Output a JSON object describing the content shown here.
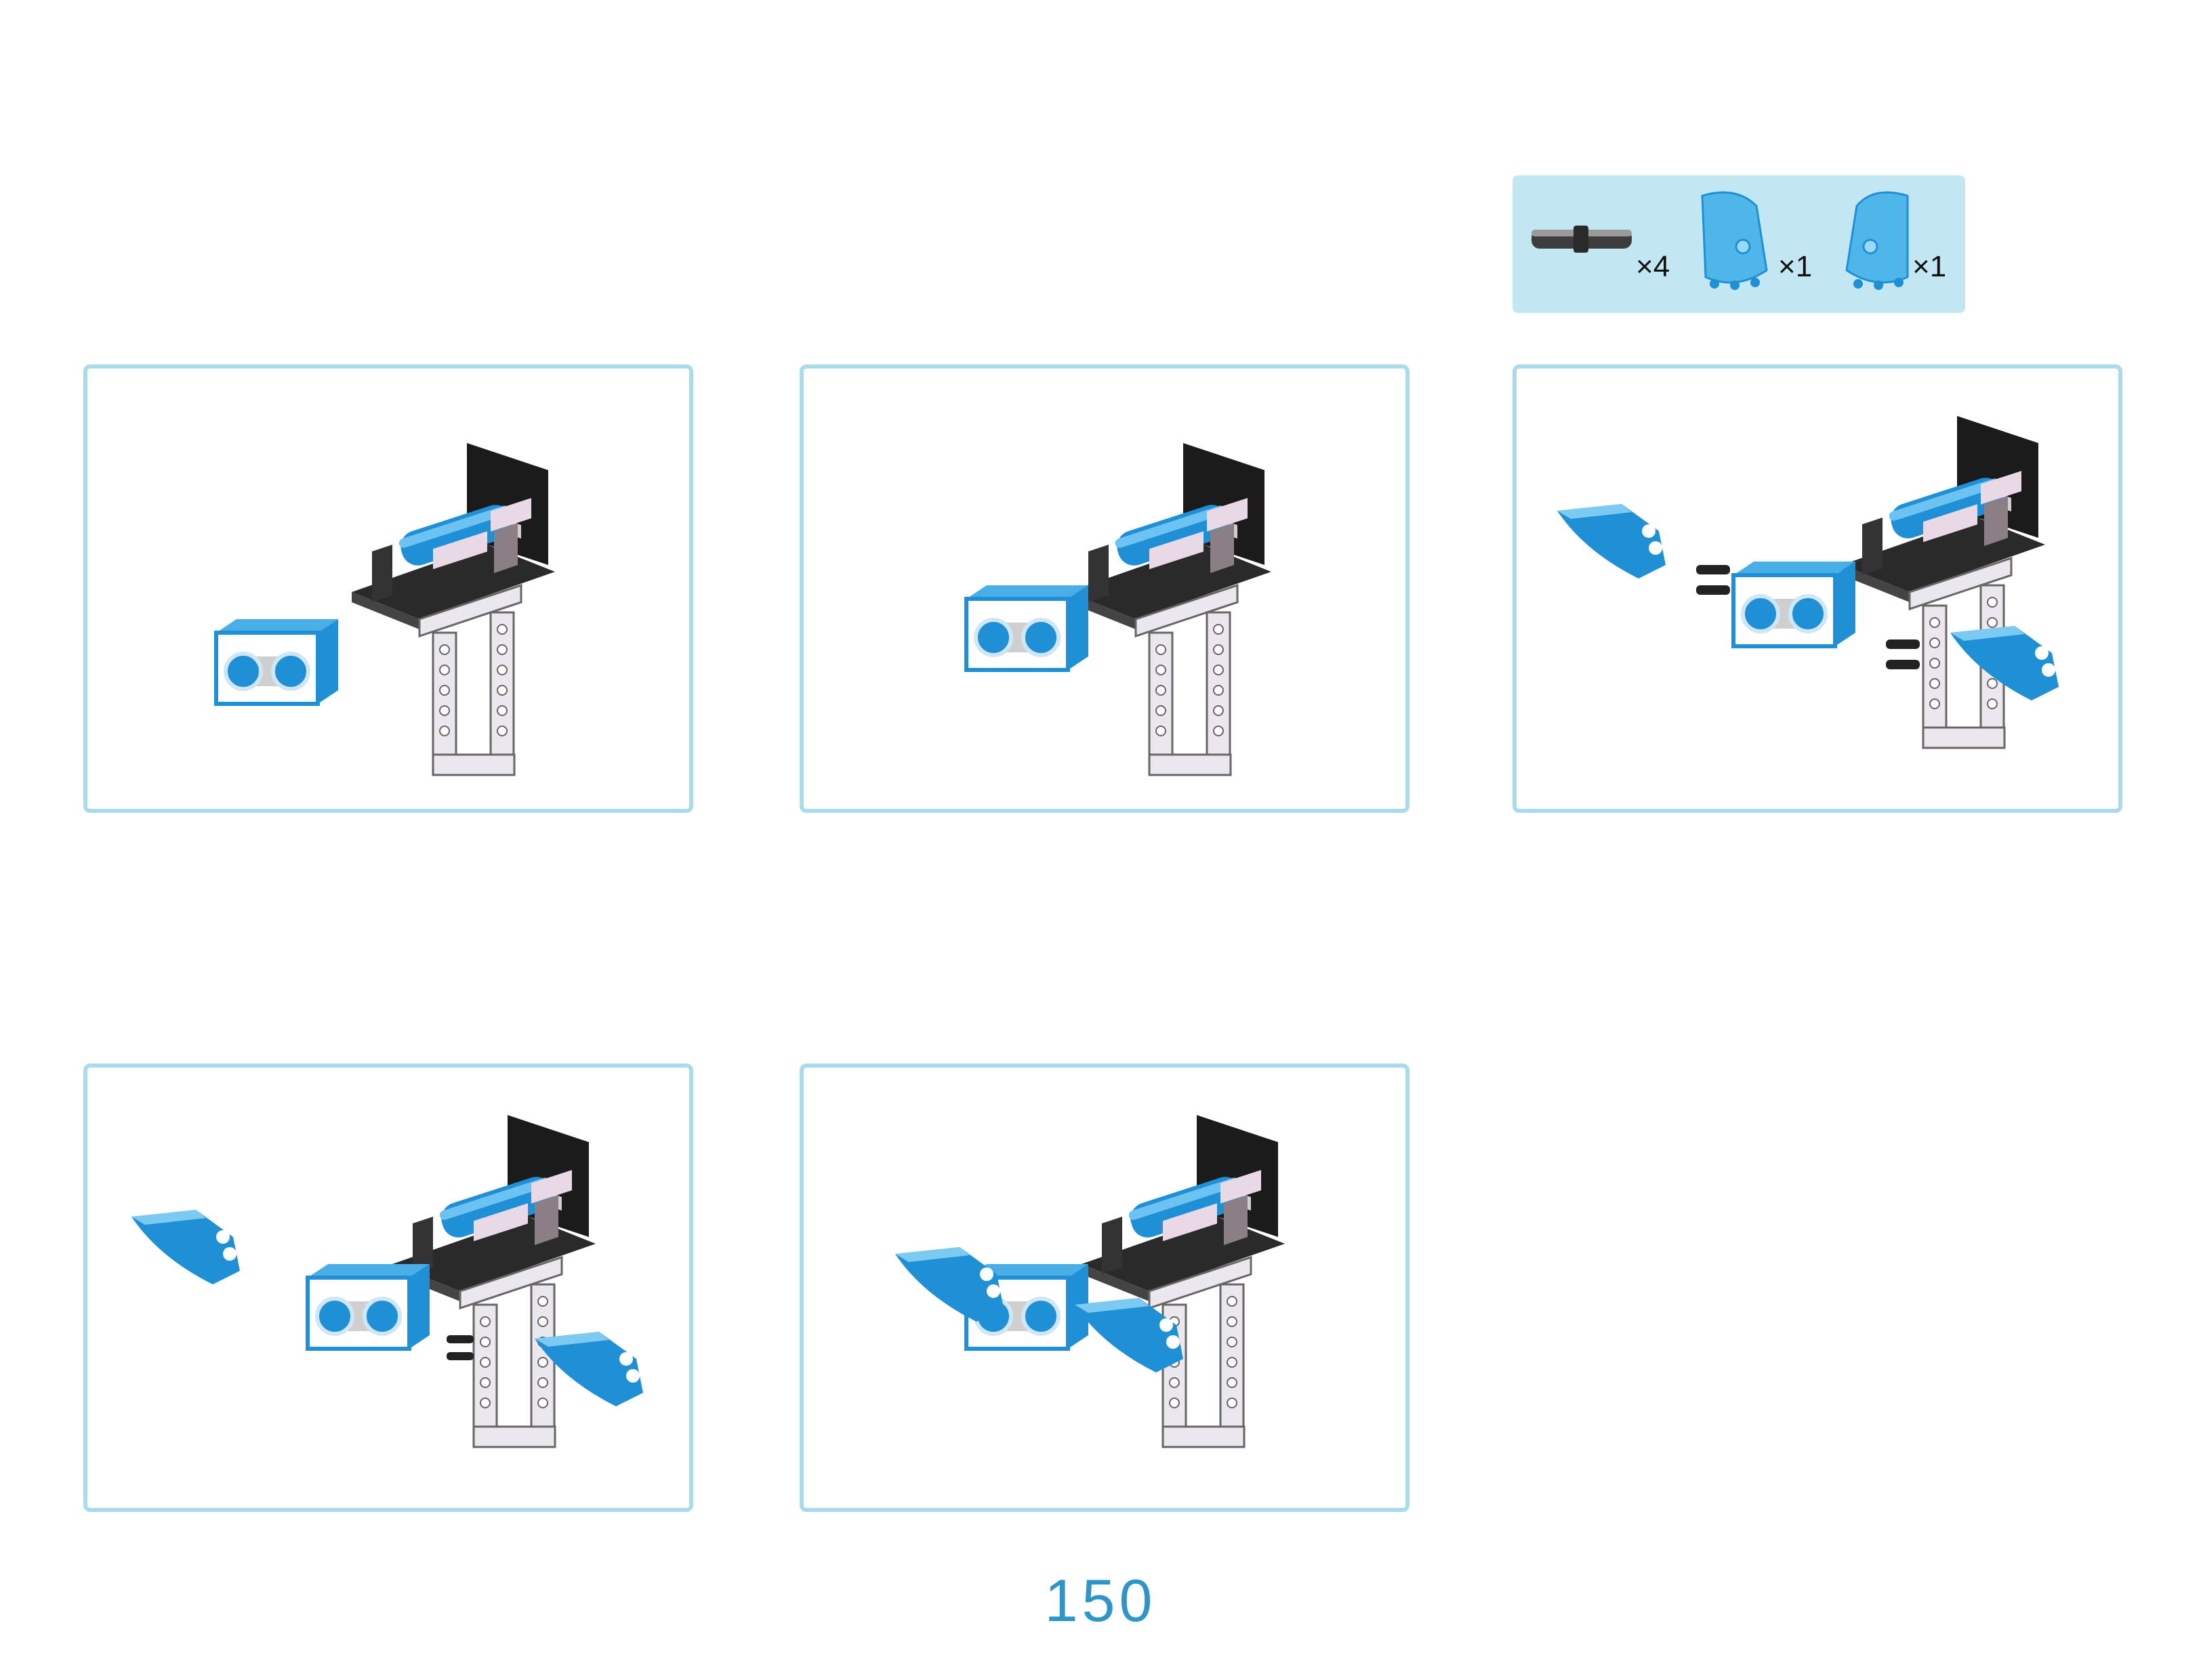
{
  "parts": {
    "items": [
      {
        "icon": "connector-pin-icon",
        "quantity": "×4"
      },
      {
        "icon": "blue-shell-right-icon",
        "quantity": "×1"
      },
      {
        "icon": "blue-shell-left-icon",
        "quantity": "×1"
      }
    ]
  },
  "steps": [
    {
      "illustration": "robot-assembly-step-1"
    },
    {
      "illustration": "robot-assembly-step-2"
    },
    {
      "illustration": "robot-assembly-step-3"
    },
    {
      "illustration": "robot-assembly-step-4"
    },
    {
      "illustration": "robot-assembly-step-5"
    }
  ],
  "page_number": "150",
  "colors": {
    "accent": "#2f95c8",
    "frame": "#a9dbea",
    "parts_bg": "#c3e6f3",
    "part_blue": "#1f8fd6"
  }
}
